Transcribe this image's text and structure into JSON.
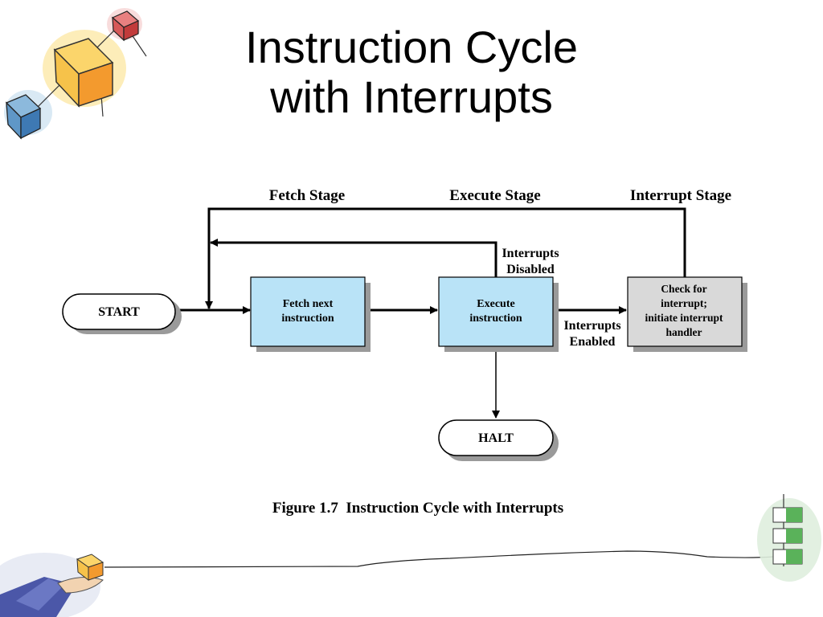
{
  "slide": {
    "title_line1": "Instruction Cycle",
    "title_line2": "with Interrupts"
  },
  "diagram": {
    "stages": {
      "fetch": "Fetch Stage",
      "execute": "Execute Stage",
      "interrupt": "Interrupt Stage"
    },
    "nodes": {
      "start": "START",
      "fetch_line1": "Fetch next",
      "fetch_line2": "instruction",
      "execute_line1": "Execute",
      "execute_line2": "instruction",
      "check_line1": "Check for",
      "check_line2": "interrupt;",
      "check_line3": "initiate interrupt",
      "check_line4": "handler",
      "halt": "HALT"
    },
    "edge_labels": {
      "disabled_line1": "Interrupts",
      "disabled_line2": "Disabled",
      "enabled_line1": "Interrupts",
      "enabled_line2": "Enabled"
    },
    "caption": "Figure 1.7  Instruction Cycle with Interrupts",
    "colors": {
      "process_fill": "#b9e3f7",
      "interrupt_fill": "#d9d9d9",
      "shadow": "#9a9a9a"
    }
  },
  "decorations": {
    "icons": [
      "cubes-clipart-icon",
      "hand-holding-cube-icon",
      "green-flowchart-icon"
    ]
  }
}
